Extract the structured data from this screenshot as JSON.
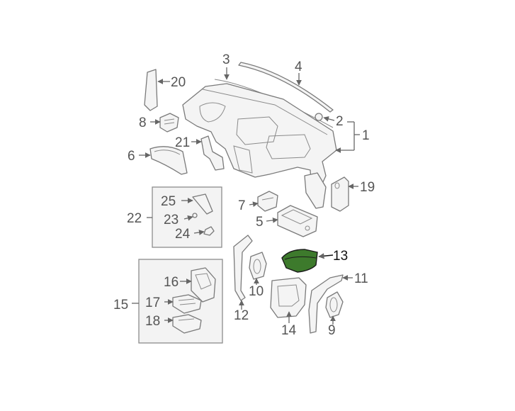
{
  "highlight_color": "#3d7a2c",
  "callouts": {
    "c1": "1",
    "c2": "2",
    "c3": "3",
    "c4": "4",
    "c5": "5",
    "c6": "6",
    "c7": "7",
    "c8": "8",
    "c9": "9",
    "c10": "10",
    "c11": "11",
    "c12": "12",
    "c13": "13",
    "c14": "14",
    "c15": "15",
    "c16": "16",
    "c17": "17",
    "c18": "18",
    "c19": "19",
    "c20": "20",
    "c21": "21",
    "c22": "22",
    "c23": "23",
    "c24": "24",
    "c25": "25"
  },
  "highlighted_part": "13"
}
